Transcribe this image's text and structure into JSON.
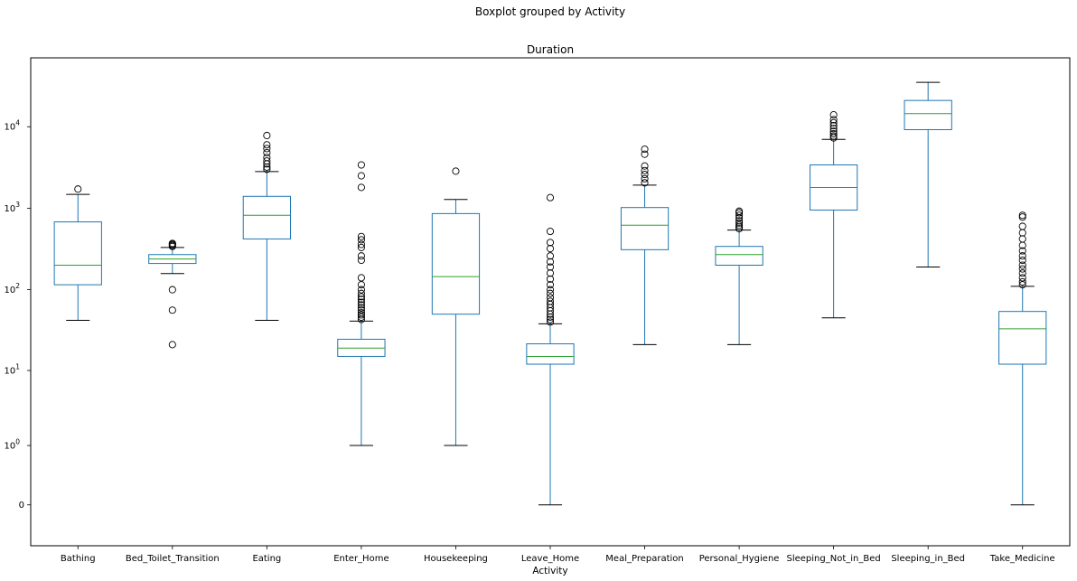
{
  "chart_data": {
    "type": "boxplot",
    "suptitle": "Boxplot grouped by Activity",
    "title": "Duration",
    "xlabel": "Activity",
    "ylabel": "",
    "yscale": "symlog",
    "ylim": [
      -0.5,
      70000
    ],
    "yticks": [
      {
        "value": 0,
        "label": "0"
      },
      {
        "value": 1,
        "label": "10",
        "sup": "0"
      },
      {
        "value": 10,
        "label": "10",
        "sup": "1"
      },
      {
        "value": 100,
        "label": "10",
        "sup": "2"
      },
      {
        "value": 1000,
        "label": "10",
        "sup": "3"
      },
      {
        "value": 10000,
        "label": "10",
        "sup": "4"
      }
    ],
    "grid": false,
    "colors": {
      "box": "#1f77b4",
      "median": "#2ca02c",
      "whisker": "#1f77b4",
      "cap": "#000000",
      "flier": "#000000"
    },
    "boxes": [
      {
        "category": "Bathing",
        "whislo": 42,
        "q1": 115,
        "med": 200,
        "q3": 680,
        "whishi": 1480,
        "fliers": [
          1720
        ]
      },
      {
        "category": "Bed_Toilet_Transition",
        "whislo": 158,
        "q1": 210,
        "med": 238,
        "q3": 270,
        "whishi": 330,
        "fliers": [
          340,
          350,
          360,
          370,
          100,
          56,
          21
        ]
      },
      {
        "category": "Eating",
        "whislo": 42,
        "q1": 420,
        "med": 820,
        "q3": 1400,
        "whishi": 2820,
        "fliers": [
          3000,
          3200,
          3500,
          3800,
          4200,
          4800,
          5400,
          6000,
          7800
        ]
      },
      {
        "category": "Enter_Home",
        "whislo": 1,
        "q1": 15,
        "med": 19,
        "q3": 24.5,
        "whishi": 41,
        "fliers": [
          43,
          46,
          49,
          52,
          56,
          60,
          65,
          70,
          76,
          82,
          90,
          100,
          115,
          140,
          230,
          260,
          330,
          360,
          410,
          450,
          1800,
          2500,
          3400
        ]
      },
      {
        "category": "Housekeeping",
        "whislo": 1,
        "q1": 50,
        "med": 145,
        "q3": 860,
        "whishi": 1280,
        "fliers": [
          2850
        ]
      },
      {
        "category": "Leave_Home",
        "whislo": 0,
        "q1": 12,
        "med": 15,
        "q3": 21.5,
        "whishi": 38,
        "fliers": [
          40,
          43,
          46,
          50,
          55,
          60,
          66,
          72,
          80,
          90,
          100,
          115,
          135,
          160,
          190,
          220,
          260,
          320,
          380,
          520,
          1350
        ]
      },
      {
        "category": "Meal_Preparation",
        "whislo": 21,
        "q1": 310,
        "med": 620,
        "q3": 1020,
        "whishi": 1920,
        "fliers": [
          2050,
          2300,
          2600,
          2900,
          3300,
          4600,
          5300
        ]
      },
      {
        "category": "Personal_Hygiene",
        "whislo": 21,
        "q1": 200,
        "med": 270,
        "q3": 340,
        "whishi": 540,
        "fliers": [
          560,
          590,
          620,
          660,
          700,
          760,
          820,
          880,
          920
        ]
      },
      {
        "category": "Sleeping_Not_in_Bed",
        "whislo": 45,
        "q1": 950,
        "med": 1800,
        "q3": 3400,
        "whishi": 7000,
        "fliers": [
          7300,
          7700,
          8200,
          8800,
          9500,
          10300,
          11200,
          12200,
          14000
        ]
      },
      {
        "category": "Sleeping_in_Bed",
        "whislo": 190,
        "q1": 9200,
        "med": 14500,
        "q3": 21000,
        "whishi": 35000,
        "fliers": []
      },
      {
        "category": "Take_Medicine",
        "whislo": 0,
        "q1": 12,
        "med": 33,
        "q3": 54,
        "whishi": 110,
        "fliers": [
          115,
          125,
          140,
          160,
          180,
          200,
          230,
          260,
          300,
          350,
          420,
          500,
          600,
          780,
          820
        ]
      }
    ]
  }
}
